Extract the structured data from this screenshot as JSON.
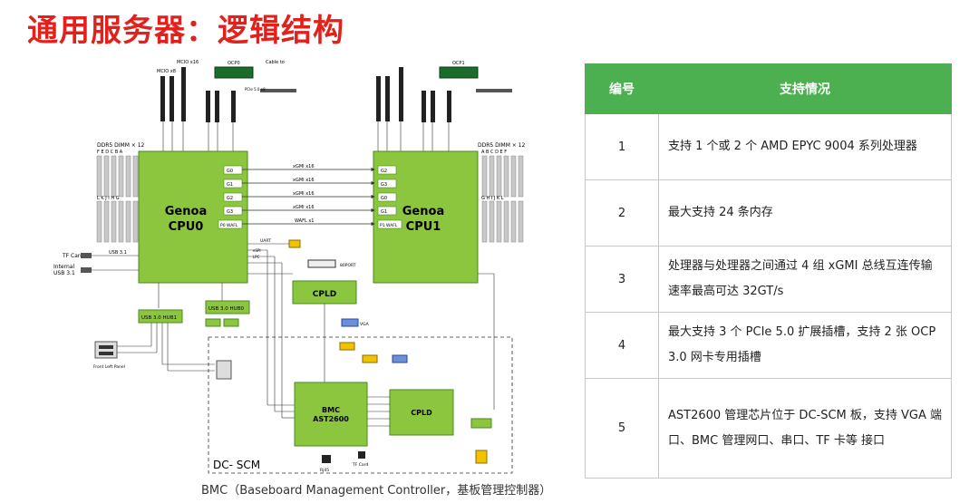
{
  "title": "通用服务器：逻辑结构",
  "caption": "BMC（Baseboard Management Controller，基板管理控制器）",
  "diagram": {
    "cpu0_name": "Genoa",
    "cpu0_sub": "CPU0",
    "cpu1_name": "Genoa",
    "cpu1_sub": "CPU1",
    "cpu0_dimm_top": "DDR5  DIMM × 12",
    "cpu0_dimm_letters": "F E D C B A",
    "cpu0_dimm_letters2": "L K J I H G",
    "cpu1_dimm_top": "DDR5  DIMM × 12",
    "cpu1_dimm_letters": "A B C D E F",
    "cpu1_dimm_letters2": "G H I J K L",
    "ocp0": "OCP0",
    "ocp1": "OCP1",
    "cable_to": "Cable to",
    "mcio_x8": "MCIO x8",
    "mcio_x16": "MCIO x16",
    "pcie_x8": "PCIe 5.0 x8",
    "xgmi_links": [
      "xGMI x16",
      "xGMI x16",
      "xGMI x16",
      "xGMI x16",
      "WAFL x1"
    ],
    "cpu0_ports": [
      "G0",
      "G1",
      "G2",
      "G3",
      "P0 WAFL"
    ],
    "cpu1_ports": [
      "G2",
      "G3",
      "G0",
      "G1",
      "P1 WAFL"
    ],
    "tf_card": "TF Card",
    "internal_usb": "Internal",
    "internal_usb2": "USB 3.1",
    "usb31": "USB 3.1",
    "usb_hub": "USB 3.0 HUB1",
    "usb_hub2": "USB 3.0 HUB0",
    "front_panel": "Front Left Panel",
    "cpld": "CPLD",
    "cpld2": "CPLD",
    "bmc_name": "BMC",
    "bmc_chip": "AST2600",
    "dc_scm": "DC- SCM",
    "rj45": "Rj45",
    "tf_card2": "TF Card",
    "vga": "VGA",
    "debug": "80PORT",
    "uart": "UART",
    "espi": "eSPI",
    "lpc": "LPC"
  },
  "table": {
    "headers": [
      "编号",
      "支持情况"
    ],
    "rows": [
      {
        "num": "1",
        "text": "支持 1 个或 2 个 AMD EPYC 9004 系列处理器"
      },
      {
        "num": "2",
        "text": "最大支持 24 条内存"
      },
      {
        "num": "3",
        "text": "处理器与处理器之间通过 4 组 xGMI 总线互连传输速率最高可达 32GT/s"
      },
      {
        "num": "4",
        "text": "最大支持 3 个 PCIe 5.0 扩展插槽，支持 2 张 OCP 3.0 网卡专用插槽"
      },
      {
        "num": "5",
        "text": "AST2600 管理芯片位于 DC-SCM 板，支持 VGA 端口、BMC 管理网口、串口、TF 卡等 接口"
      }
    ]
  },
  "colors": {
    "title": "#e3211c",
    "header": "#4caf50",
    "chip": "#8cc63f",
    "chip_border": "#4a8a1f"
  }
}
